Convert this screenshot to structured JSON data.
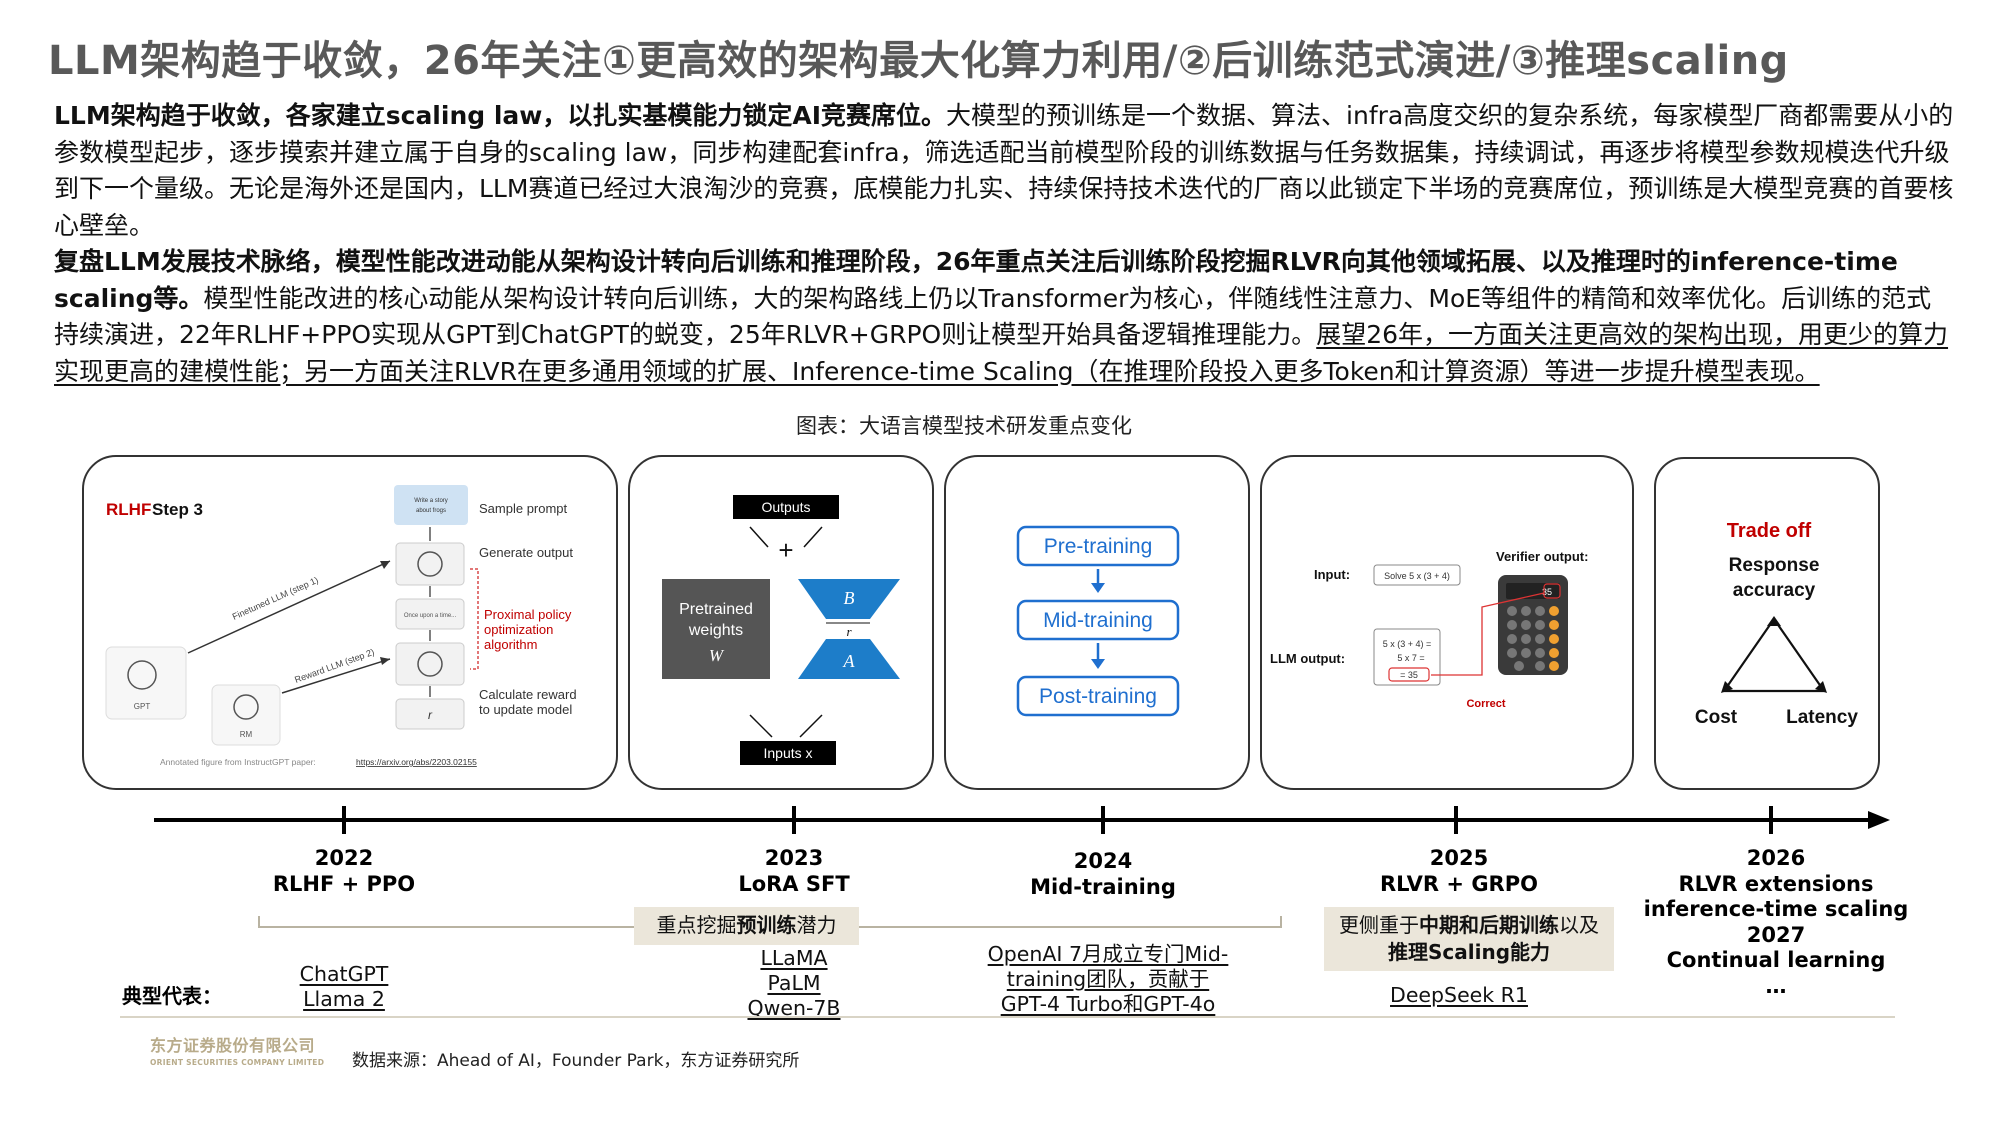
{
  "title": "LLM架构趋于收敛，26年关注①更高效的架构最大化算力利用/②后训练范式演进/③推理scaling",
  "intro": {
    "p1_bold": "LLM架构趋于收敛，各家建立scaling law，以扎实基模能力锁定AI竞赛席位。",
    "p1_text": "大模型的预训练是一个数据、算法、infra高度交织的复杂系统，每家模型厂商都需要从小的参数模型起步，逐步摸索并建立属于自身的scaling law，同步构建配套infra，筛选适配当前模型阶段的训练数据与任务数据集，持续调试，再逐步将模型参数规模迭代升级到下一个量级。无论是海外还是国内，LLM赛道已经过大浪淘沙的竞赛，底模能力扎实、持续保持技术迭代的厂商以此锁定下半场的竞赛席位，预训练是大模型竞赛的首要核心壁垒。",
    "p2_bold": "复盘LLM发展技术脉络，模型性能改进动能从架构设计转向后训练和推理阶段，26年重点关注后训练阶段挖掘RLVR向其他领域拓展、以及推理时的inference-time scaling等。",
    "p2_text": "模型性能改进的核心动能从架构设计转向后训练，大的架构路线上仍以Transformer为核心，伴随线性注意力、MoE等组件的精简和效率优化。后训练的范式持续演进，22年RLHF+PPO实现从GPT到ChatGPT的蜕变，25年RLVR+GRPO则让模型开始具备逻辑推理能力。",
    "p2_underline": "展望26年，一方面关注更高效的架构出现，用更少的算力实现更高的建模性能；另一方面关注RLVR在更多通用领域的扩展、Inference-time Scaling（在推理阶段投入更多Token和计算资源）等进一步提升模型表现。"
  },
  "figure_caption": "图表：大语言模型技术研发重点变化",
  "panels": {
    "rlhf": {
      "title": "RLHF Step 3",
      "sample_prompt": "Sample prompt",
      "generate_output": "Generate output",
      "proximal": [
        "Proximal policy",
        "optimization",
        "algorithm"
      ],
      "calculate": [
        "Calculate reward",
        "to update model"
      ],
      "finetuned": "Finetuned LLM (step 1)",
      "reward": "Reward LLM (step 2)",
      "prompt_box": [
        "Write a story",
        "about frogs"
      ],
      "output_box": "Once upon a time...",
      "gpt": "GPT",
      "rm": "RM",
      "annotation": "Annotated figure from InstructGPT paper:",
      "annotation_link": "https://arxiv.org/abs/2203.02155"
    },
    "lora": {
      "outputs": "Outputs",
      "pretrained": [
        "Pretrained",
        "weights"
      ],
      "w": "W",
      "b": "B",
      "a": "A",
      "r": "r",
      "inputs": "Inputs x",
      "plus": "+"
    },
    "mid": {
      "stages": [
        "Pre-training",
        "Mid-training",
        "Post-training"
      ]
    },
    "rlvr": {
      "input_label": "Input:",
      "input_value": "Solve 5 x (3 + 4)",
      "verifier": "Verifier output:",
      "llm_output": "LLM output:",
      "work": [
        "5 x (3 + 4) =",
        "5 x 7 =",
        "= 35"
      ],
      "correct": "Correct",
      "display": "35"
    },
    "trade": {
      "title": "Trade off",
      "top": [
        "Response",
        "accuracy"
      ],
      "left": "Cost",
      "right": "Latency"
    }
  },
  "timeline": {
    "events": [
      {
        "year": "2022",
        "desc": "RLHF + PPO"
      },
      {
        "year": "2023",
        "desc": "LoRA SFT"
      },
      {
        "year": "2024",
        "desc": "Mid-training"
      },
      {
        "year": "2025",
        "desc": "RLVR + GRPO"
      },
      {
        "year": "2026",
        "desc": [
          "RLVR extensions",
          "inference-time scaling"
        ],
        "year2": "2027",
        "desc2": [
          "Continual learning",
          "…"
        ]
      }
    ],
    "focus_pretrain": {
      "pre": "重点挖掘",
      "bold": "预训练",
      "post": "潜力"
    },
    "focus_post": {
      "pre": "更侧重于",
      "bold1": "中期和后期训练",
      "mid": "以及",
      "bold2": "推理Scaling能力"
    }
  },
  "representatives": {
    "label": "典型代表：",
    "y2022": [
      "ChatGPT",
      "Llama 2"
    ],
    "y2023": [
      "LLaMA",
      "PaLM",
      "Qwen-7B"
    ],
    "y2024": [
      "OpenAI 7月成立专门Mid-",
      "training团队，贡献于",
      "GPT-4 Turbo和GPT-4o"
    ],
    "y2025": [
      "DeepSeek R1"
    ]
  },
  "source": "数据来源：Ahead of AI，Founder Park，东方证券研究所",
  "logo": {
    "cn": "东方证券股份有限公司",
    "en": "ORIENT SECURITIES COMPANY LIMITED"
  },
  "colors": {
    "title_gray": "#595959",
    "rlhf_red": "#c00000",
    "mid_blue": "#1f6fcf",
    "lora_blue": "#1d7dc9",
    "focus_bg": "#ebe6da"
  }
}
